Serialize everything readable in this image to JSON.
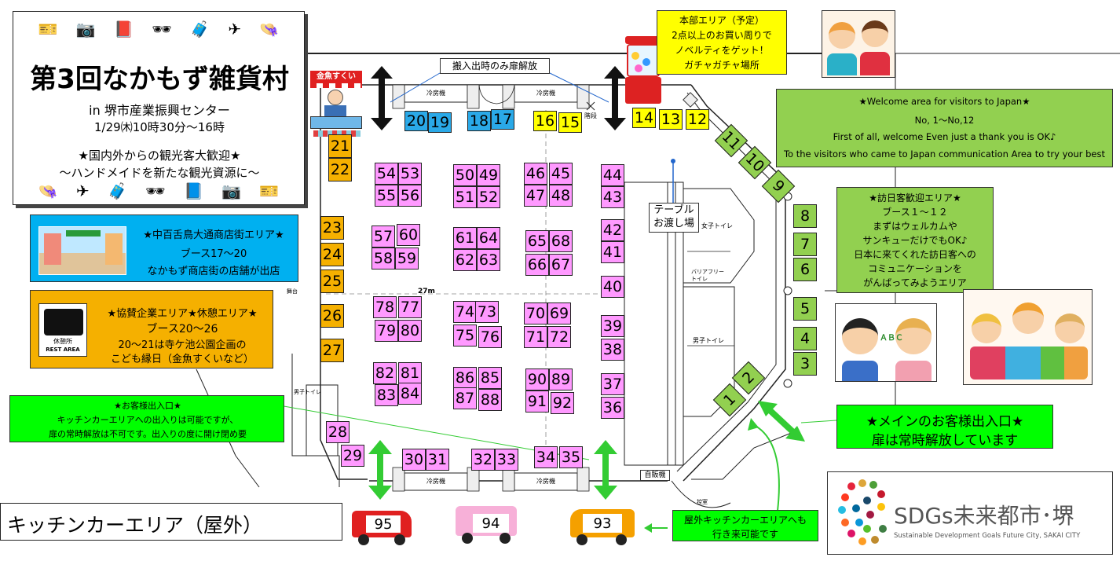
{
  "title_box": {
    "title": "第3回なかもず雑貨村",
    "venue": "in 堺市産業振興センター",
    "datetime": "1/29㈭10時30分～16時",
    "tagline1": "★国内外からの観光客大歓迎★",
    "tagline2": "～ハンドメイドを新たな観光資源に～"
  },
  "shopping_street": {
    "heading": "★中百舌鳥大通商店街エリア★",
    "booths": "ブース17～20",
    "desc": "なかもず商店街の店舗が出店"
  },
  "sponsor_area": {
    "heading": "★協賛企業エリア★休憩エリア★",
    "booths": "ブース20～26",
    "line1": "20～21は寺ケ池公園企画の",
    "line2": "こども縁日（金魚すくいなど）",
    "rest_jp": "休憩所",
    "rest_en": "REST AREA"
  },
  "customer_entrance": {
    "heading": "★お客様出入口★",
    "line1": "キッチンカーエリアへの出入りは可能ですが、",
    "line2": "扉の常時解放は不可です。出入りの度に開け閉め要"
  },
  "kitchen_car": {
    "label": "キッチンカーエリア（屋外）"
  },
  "hq_area": {
    "line1": "本部エリア（予定）",
    "line2": "2点以上のお買い周りで",
    "line3": "ノベルティをゲット！",
    "line4": "ガチャガチャ場所"
  },
  "welcome_en": {
    "line1": "★Welcome area for visitors to Japan★",
    "line2": "No, 1～No,12",
    "line3": "First of all, welcome Even just a thank you is OK♪",
    "line4": "To the visitors who came to Japan communication  Area to try your best"
  },
  "welcome_jp": {
    "line1": "★訪日客歓迎エリア★",
    "line2": "ブース１～１２",
    "line3": "まずはウェルカムや",
    "line4": "サンキューだけでもOK♪",
    "line5": "日本に来てくれた訪日客への",
    "line6": "コミュニケーションを",
    "line7": "がんばってみようエリア"
  },
  "main_entrance": {
    "line1": "★メインのお客様出入口★",
    "line2": "扉は常時解放しています"
  },
  "outdoor_note": {
    "line1": "屋外キッチンカーエリアへも",
    "line2": "行き来可能です"
  },
  "loading_label": "搬入出時のみ扉解放",
  "table_label": {
    "line1": "テーブル",
    "line2": "お渡し場"
  },
  "floor": {
    "aircon": "冷房機",
    "womens_toilet": "女子トイレ",
    "mens_toilet": "男子トイレ",
    "mens_toilet_small": "男子トイレ",
    "barrier_free1": "バリアフリー",
    "barrier_free2": "トイレ",
    "vending": "自販機",
    "waiting_room": "控室",
    "stage": "舞台",
    "width_label": "27m",
    "stair": "階段",
    "kingyo": "金魚すくい"
  },
  "booths": {
    "pink": [
      "54",
      "53",
      "55",
      "56",
      "50",
      "49",
      "51",
      "52",
      "46",
      "45",
      "47",
      "48",
      "44",
      "43",
      "57",
      "60",
      "58",
      "59",
      "61",
      "64",
      "62",
      "63",
      "65",
      "68",
      "66",
      "67",
      "42",
      "41",
      "40",
      "78",
      "77",
      "79",
      "80",
      "74",
      "73",
      "75",
      "76",
      "70",
      "69",
      "71",
      "72",
      "39",
      "38",
      "82",
      "81",
      "83",
      "84",
      "86",
      "85",
      "87",
      "88",
      "90",
      "89",
      "91",
      "92",
      "37",
      "36",
      "28",
      "29",
      "30",
      "31",
      "32",
      "33",
      "34",
      "35"
    ],
    "orange": [
      "21",
      "22",
      "23",
      "24",
      "25",
      "26",
      "27"
    ],
    "blue": [
      "20",
      "19",
      "18",
      "17"
    ],
    "yellow": [
      "16",
      "15",
      "14",
      "13",
      "12"
    ],
    "green": [
      "11",
      "10",
      "9",
      "8",
      "7",
      "6",
      "5",
      "4",
      "3",
      "2",
      "1"
    ],
    "kitchen": [
      "95",
      "94",
      "93"
    ]
  },
  "sdgs": {
    "main": "SDGs未来都市･堺",
    "sub": "Sustainable Development Goals Future City, SAKAI CITY"
  },
  "colors": {
    "pink": "#ff99ff",
    "orange": "#f5b000",
    "blue": "#2aa9e8",
    "yellow": "#ffff00",
    "green": "#92d050",
    "bright_green": "#00ff00",
    "arrow_green": "#33cc33",
    "sky": "#00b0f0"
  }
}
